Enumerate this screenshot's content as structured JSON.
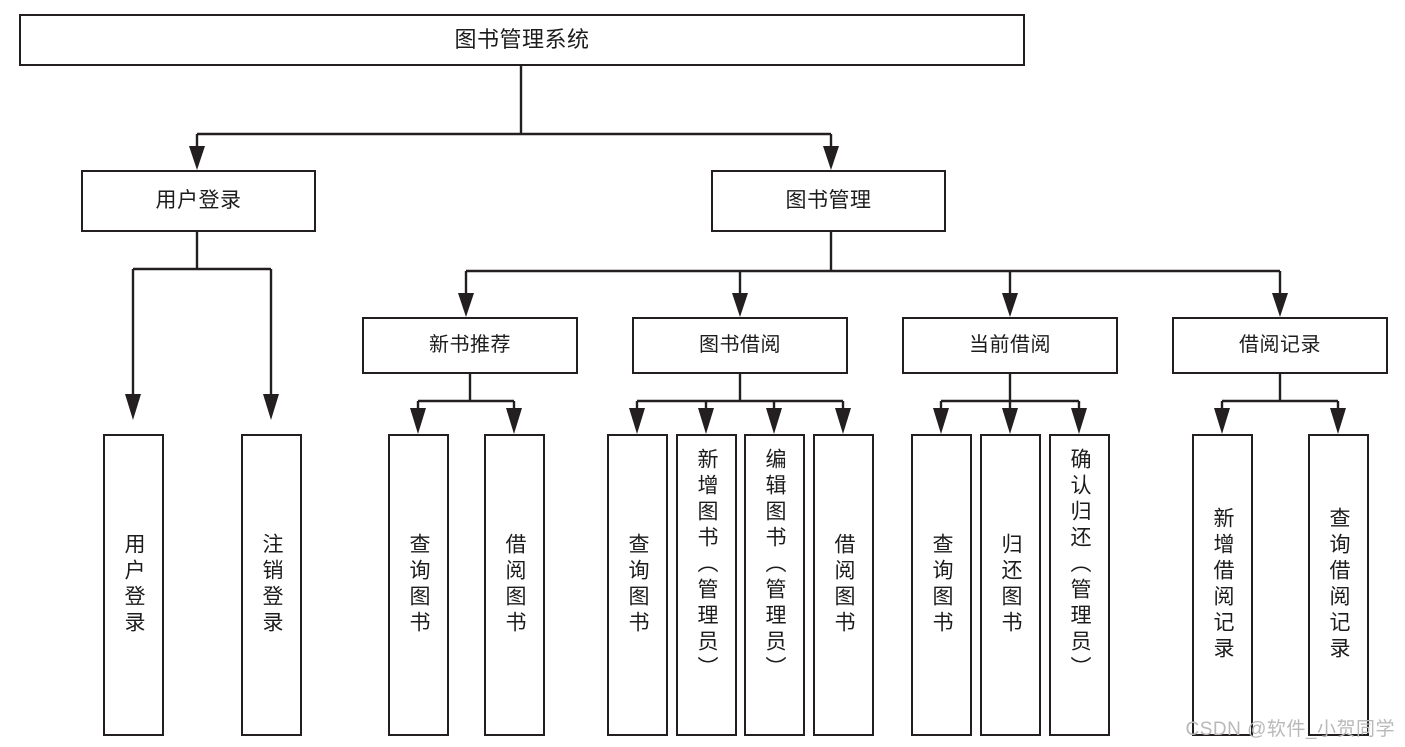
{
  "diagram": {
    "title": "图书管理系统",
    "type": "tree-hierarchy",
    "watermark": "CSDN @软件_小贺同学",
    "colors": {
      "stroke": "#231f20",
      "box_fill": "#ffffff",
      "text": "#1c1c1c",
      "watermark": "#b9b9b9",
      "background": "#ffffff"
    }
  },
  "root": {
    "label": "图书管理系统"
  },
  "level1": [
    {
      "label": "用户登录"
    },
    {
      "label": "图书管理"
    }
  ],
  "level2": [
    {
      "label": "新书推荐"
    },
    {
      "label": "图书借阅"
    },
    {
      "label": "当前借阅"
    },
    {
      "label": "借阅记录"
    }
  ],
  "leaves": {
    "user_login": [
      {
        "label": "用户登录"
      },
      {
        "label": "注销登录"
      }
    ],
    "new_book_recommend": [
      {
        "label": "查询图书"
      },
      {
        "label": "借阅图书"
      }
    ],
    "book_borrow": [
      {
        "label": "查询图书"
      },
      {
        "label": "新增图书（管理员）"
      },
      {
        "label": "编辑图书（管理员）"
      },
      {
        "label": "借阅图书"
      }
    ],
    "current_borrow": [
      {
        "label": "查询图书"
      },
      {
        "label": "归还图书"
      },
      {
        "label": "确认归还（管理员）"
      }
    ],
    "borrow_records": [
      {
        "label": "新增借阅记录"
      },
      {
        "label": "查询借阅记录"
      }
    ]
  }
}
